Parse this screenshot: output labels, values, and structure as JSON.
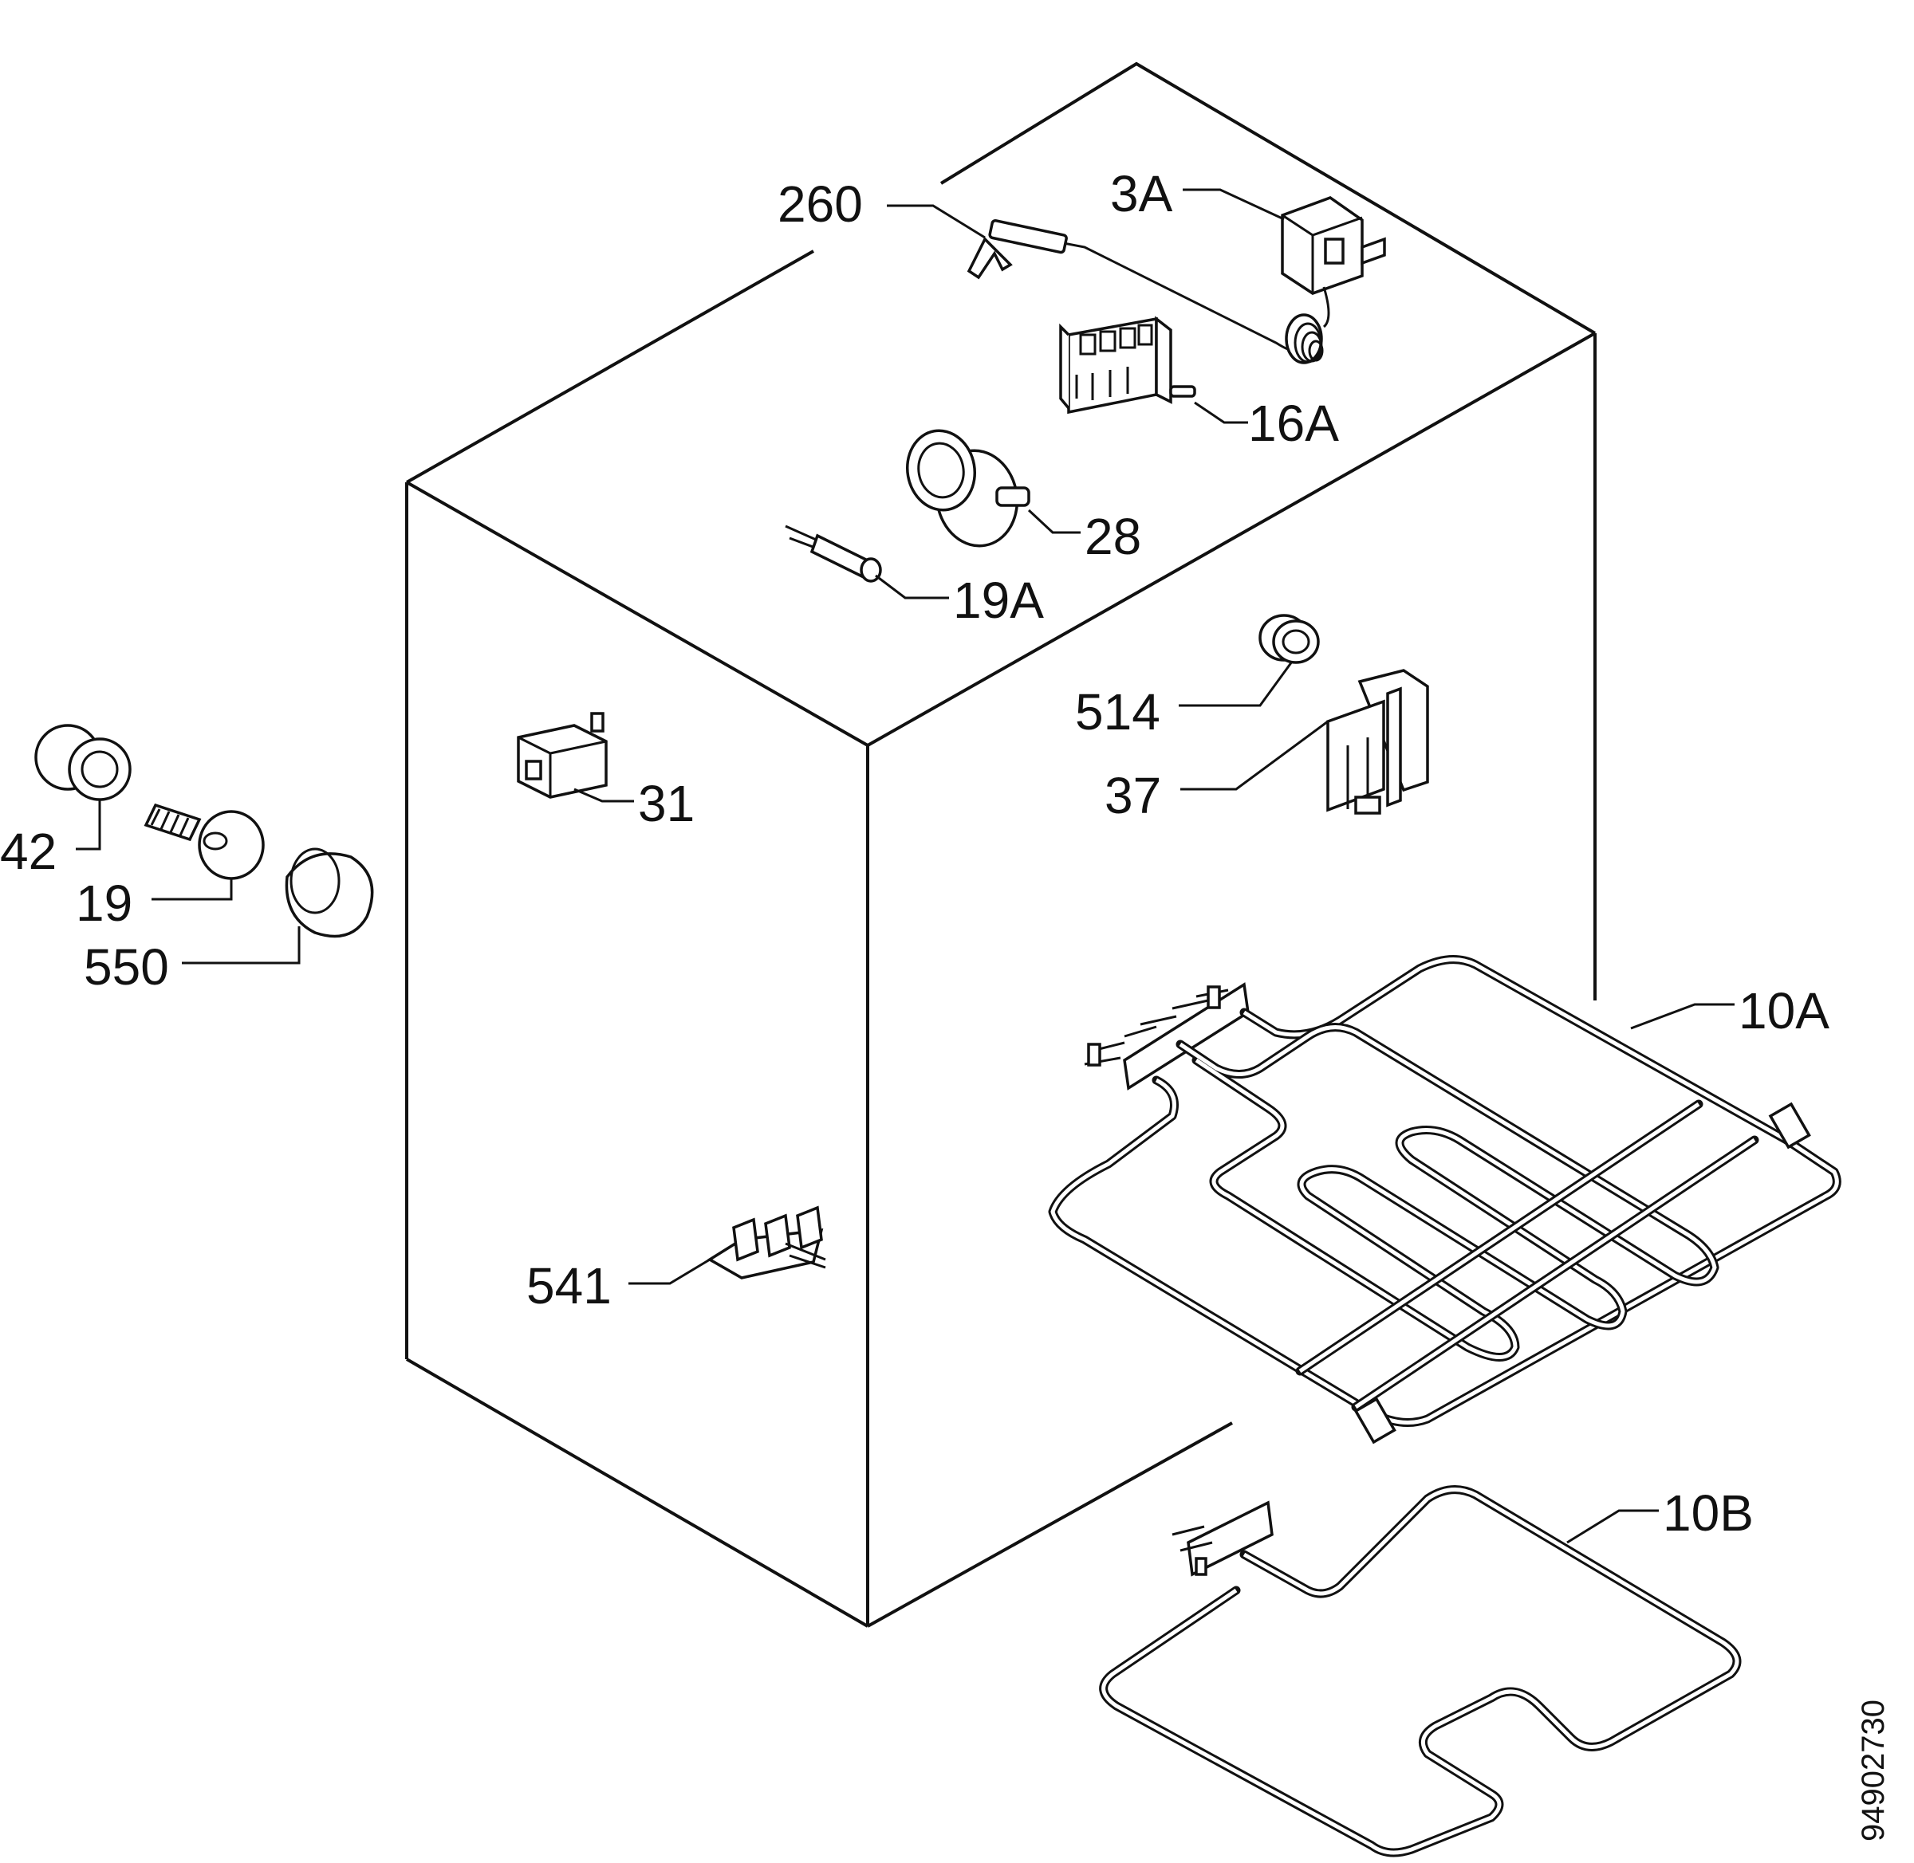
{
  "parts": [
    {
      "id": "260",
      "text": "260"
    },
    {
      "id": "3A",
      "text": "3A"
    },
    {
      "id": "16A",
      "text": "16A"
    },
    {
      "id": "28",
      "text": "28"
    },
    {
      "id": "19A",
      "text": "19A"
    },
    {
      "id": "514",
      "text": "514"
    },
    {
      "id": "37",
      "text": "37"
    },
    {
      "id": "31",
      "text": "31"
    },
    {
      "id": "42",
      "text": "42"
    },
    {
      "id": "19",
      "text": "19"
    },
    {
      "id": "550",
      "text": "550"
    },
    {
      "id": "10A",
      "text": "10A"
    },
    {
      "id": "541",
      "text": "541"
    },
    {
      "id": "10B",
      "text": "10B"
    }
  ],
  "document_id": "94902730"
}
